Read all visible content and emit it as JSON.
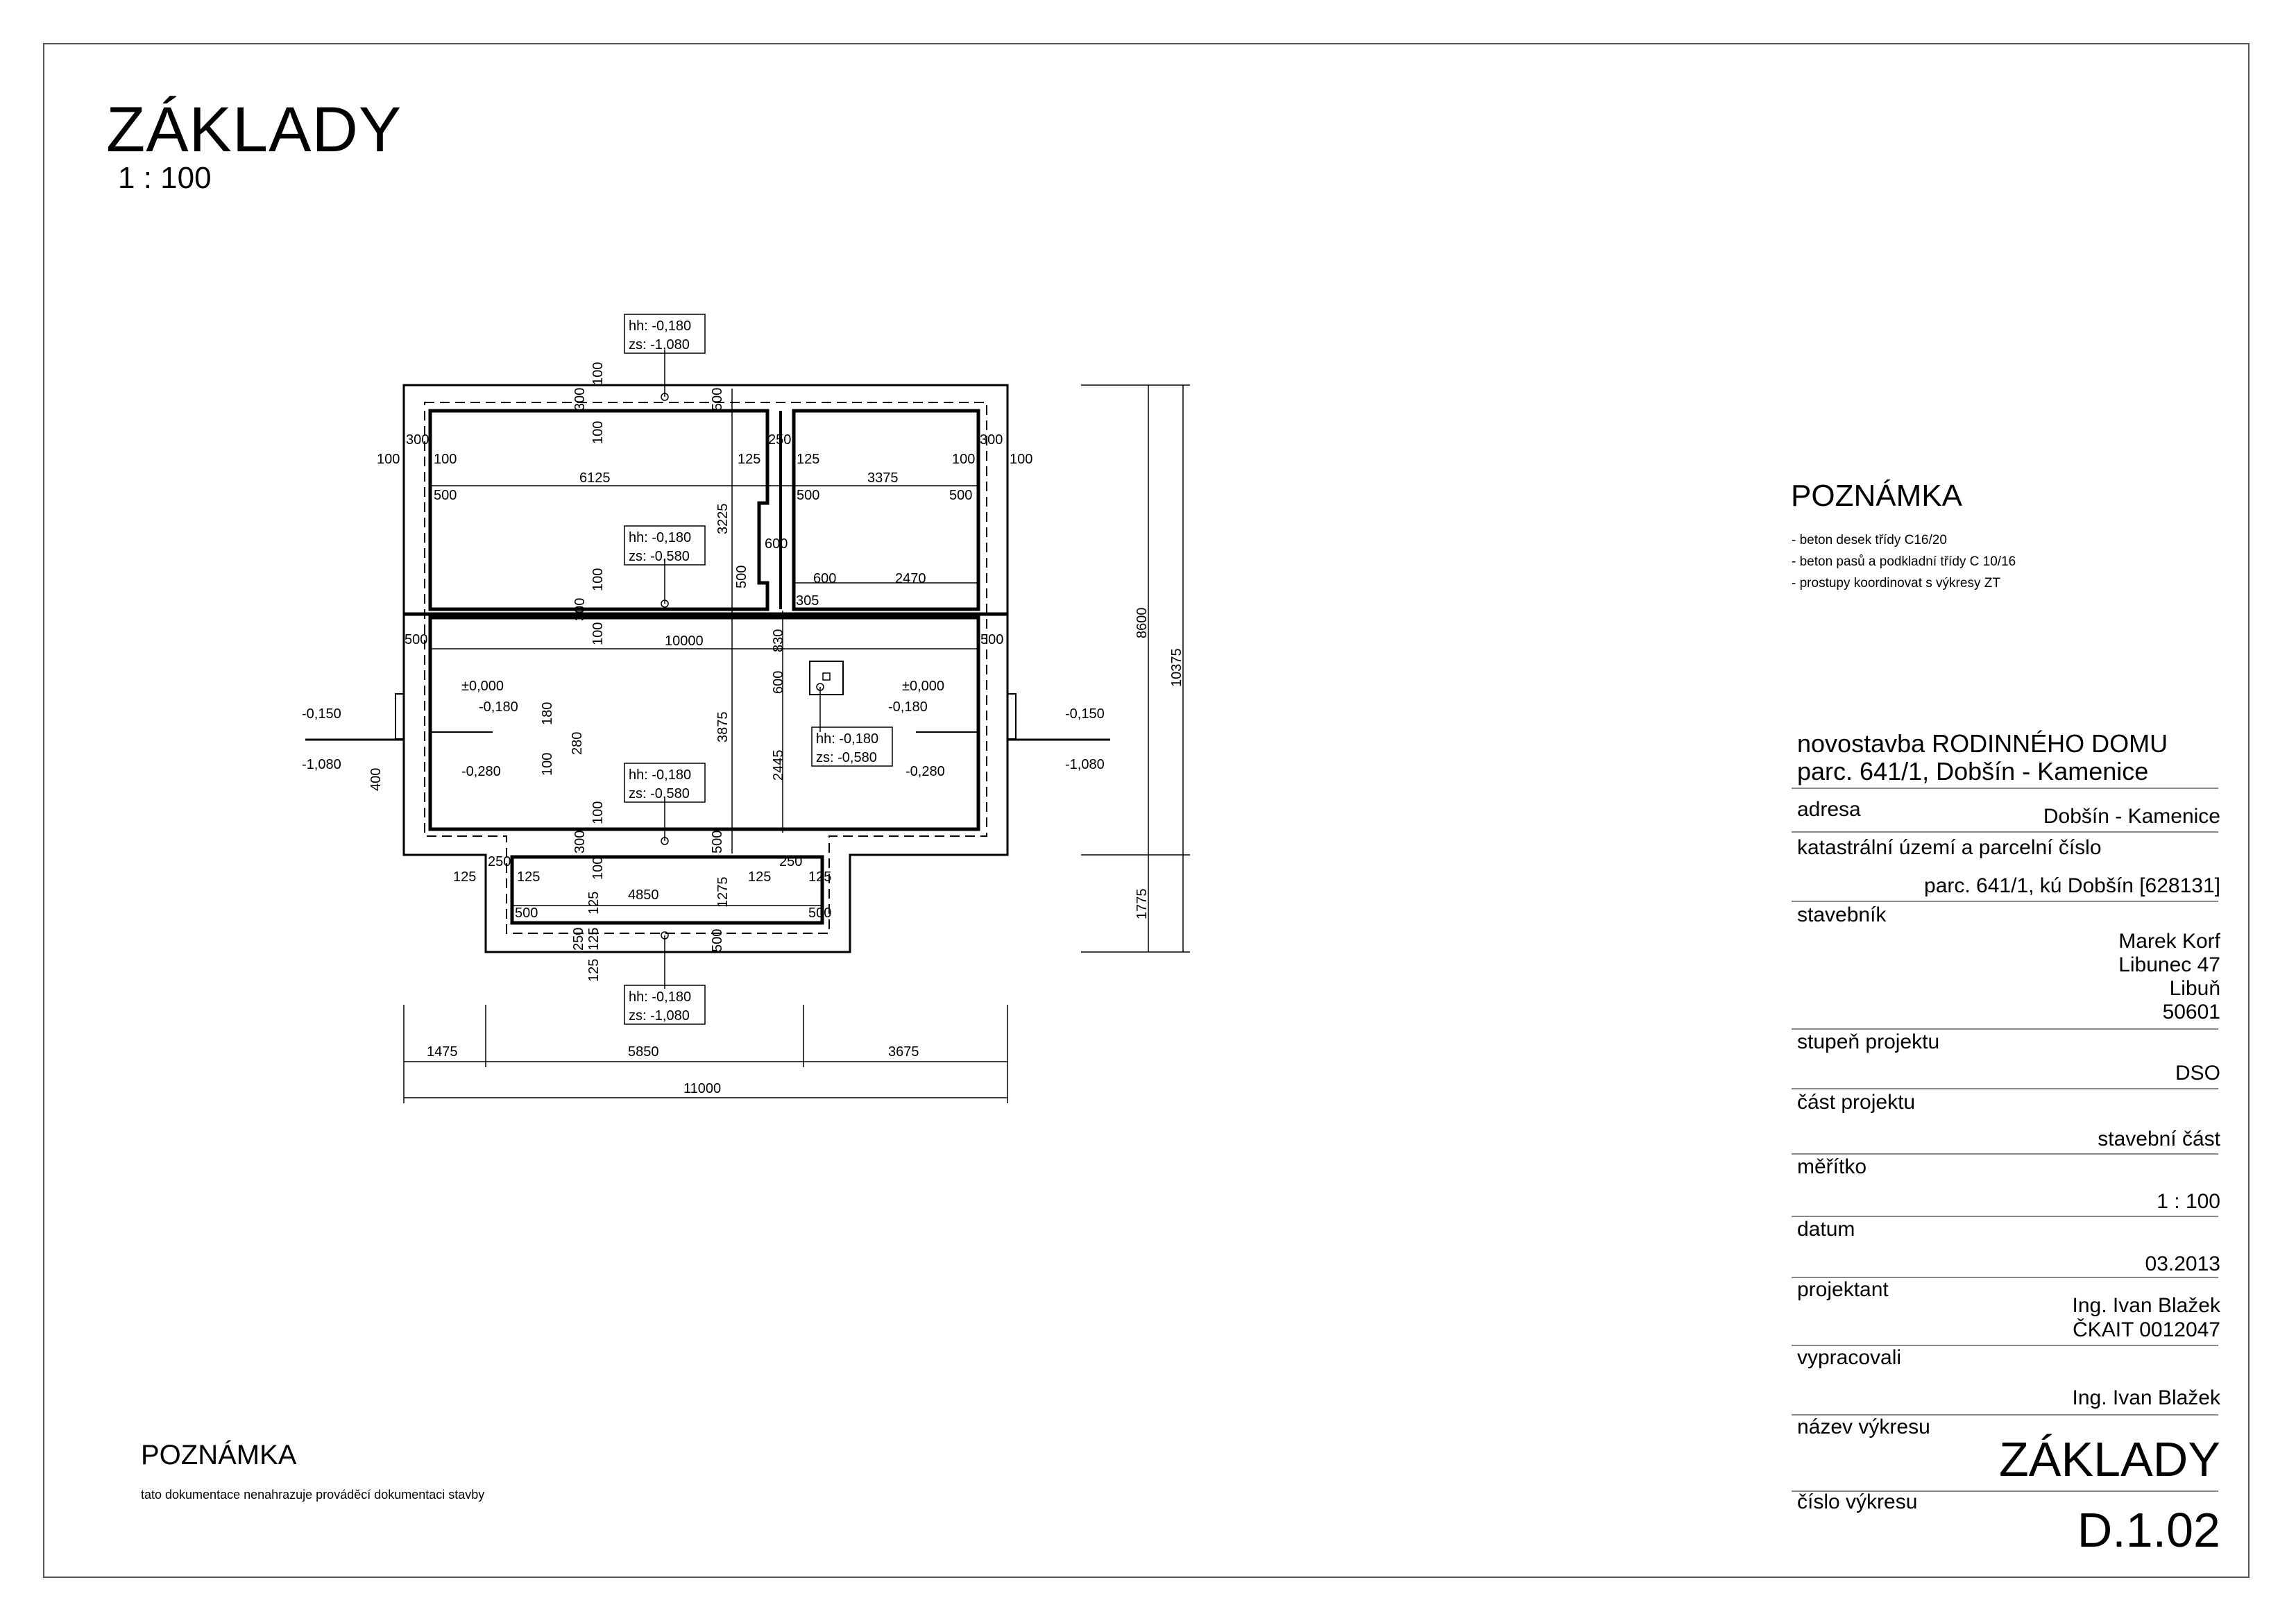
{
  "sheet": {
    "title": "ZÁKLADY",
    "scale": "1 : 100"
  },
  "note_right": {
    "heading": "POZNÁMKA",
    "lines": [
      "- beton desek třídy C16/20",
      "- beton pasů a podkladní třídy C 10/16",
      "- prostupy koordinovat s výkresy ZT"
    ]
  },
  "note_bottom": {
    "heading": "POZNÁMKA",
    "text": "tato dokumentace nenahrazuje prováděcí dokumentaci stavby"
  },
  "title_block": {
    "project_line1": "novostavba RODINNÉHO DOMU",
    "project_line2": "parc. 641/1, Dobšín - Kamenice",
    "fields": [
      {
        "label": "adresa",
        "value": [
          "Dobšín - Kamenice"
        ]
      },
      {
        "label": "katastrální území a parcelní číslo",
        "value": [
          "parc. 641/1, kú Dobšín [628131]"
        ]
      },
      {
        "label": "stavebník",
        "value": [
          "Marek Korf",
          "Libunec 47",
          "Libuň",
          "50601"
        ]
      },
      {
        "label": "stupeň projektu",
        "value": [
          "DSO"
        ]
      },
      {
        "label": "část projektu",
        "value": [
          "stavební část"
        ]
      },
      {
        "label": "měřítko",
        "value": [
          "1 : 100"
        ]
      },
      {
        "label": "datum",
        "value": [
          "03.2013"
        ]
      },
      {
        "label": "projektant",
        "value": [
          "Ing. Ivan Blažek",
          "ČKAIT 0012047"
        ]
      },
      {
        "label": "vypracovali",
        "value": [
          "Ing. Ivan Blažek"
        ]
      },
      {
        "label": "název výkresu",
        "value": [
          "ZÁKLADY"
        ]
      },
      {
        "label": "číslo výkresu",
        "value": [
          "D.1.02"
        ]
      }
    ]
  },
  "plan": {
    "level_tags": {
      "top": [
        "hh: -0,180",
        "zs: -1,080"
      ],
      "upper_center": [
        "hh: -0,180",
        "zs: -0,580"
      ],
      "pier": [
        "hh: -0,180",
        "zs: -0,580"
      ],
      "lower_center": [
        "hh: -0,180",
        "zs: -0,580"
      ],
      "bottom": [
        "hh: -0,180",
        "zs: -1,080"
      ]
    },
    "elevations": {
      "left_floor": "±0,000",
      "left_step": "-0,180",
      "left_low": "-0,280",
      "right_floor": "±0,000",
      "right_step": "-0,180",
      "right_low": "-0,280",
      "left_ext_top": "-0,150",
      "left_ext_bottom": "-1,080",
      "right_ext_top": "-0,150",
      "right_ext_bottom": "-1,080"
    },
    "dims": {
      "d100": "100",
      "d125": "125",
      "d180": "180",
      "d250": "250",
      "d280": "280",
      "d300": "300",
      "d305": "305",
      "d400": "400",
      "d500": "500",
      "d600": "600",
      "d830": "830",
      "d1275": "1275",
      "d1475": "1475",
      "d1775": "1775",
      "d2445": "2445",
      "d2470": "2470",
      "d3225": "3225",
      "d3375": "3375",
      "d3675": "3675",
      "d3875": "3875",
      "d4850": "4850",
      "d5850": "5850",
      "d6125": "6125",
      "d8600": "8600",
      "d10000": "10000",
      "d10375": "10375",
      "d11000": "11000"
    }
  }
}
